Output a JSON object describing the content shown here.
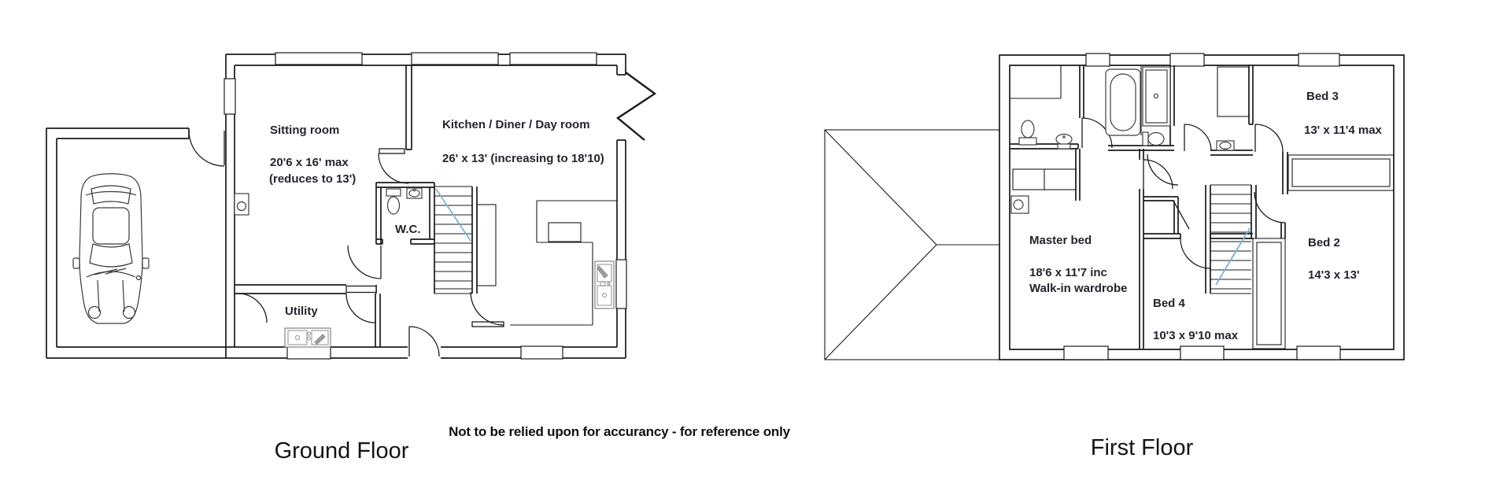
{
  "ground_floor": {
    "caption": "Ground Floor",
    "rooms": {
      "sitting_room": {
        "name": "Sitting room",
        "dim_line1": "20'6 x 16' max",
        "dim_line2": "(reduces to 13')"
      },
      "kitchen_diner": {
        "name": "Kitchen / Diner / Day room",
        "dim_line1": "26' x 13' (increasing to 18'10)"
      },
      "wc": {
        "name": "W.C."
      },
      "utility": {
        "name": "Utility"
      }
    }
  },
  "first_floor": {
    "caption": "First Floor",
    "rooms": {
      "bed3": {
        "name": "Bed 3",
        "dim_line1": "13' x 11'4 max"
      },
      "bed2": {
        "name": "Bed 2",
        "dim_line1": "14'3 x 13'"
      },
      "bed4": {
        "name": "Bed 4",
        "dim_line1": "10'3 x 9'10 max"
      },
      "master": {
        "name": "Master bed",
        "dim_line1": "18'6 x 11'7 inc",
        "dim_line2": "Walk-in wardrobe"
      }
    }
  },
  "disclaimer": "Not to be relied upon for accurancy - for reference only",
  "colors": {
    "wall": "#1b1b1b",
    "label": "#24242e",
    "stair_arrow": "#7fb3cf",
    "fixture_gray": "#8f8f8f",
    "background": "#ffffff"
  }
}
